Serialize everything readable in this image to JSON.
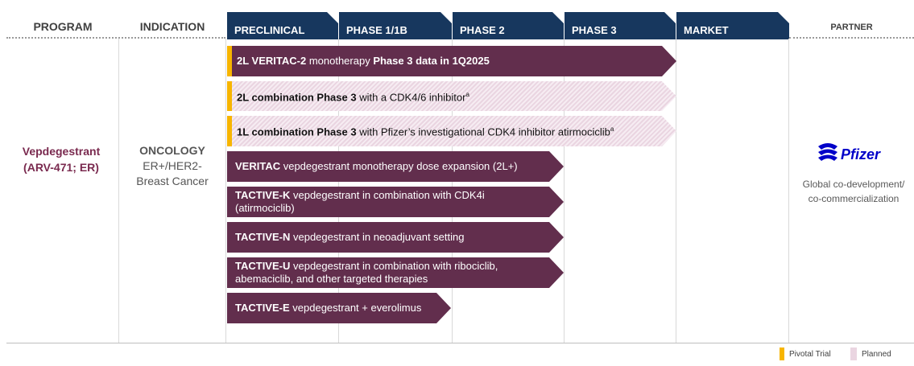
{
  "columns": {
    "program": "PROGRAM",
    "indication": "INDICATION",
    "partner": "PARTNER"
  },
  "phases": [
    "PRECLINICAL",
    "PHASE 1/1B",
    "PHASE 2",
    "PHASE 3",
    "MARKET"
  ],
  "program": {
    "name_line1": "Vepdegestrant",
    "name_line2": "(ARV-471; ER)"
  },
  "indication": {
    "title": "ONCOLOGY",
    "line1": "ER+/HER2-",
    "line2": "Breast Cancer"
  },
  "trials": [
    {
      "bold1": "2L VERITAC-2",
      "text1": " monotherapy ",
      "bold2": "Phase 3 data in 1Q2025",
      "text2": "",
      "sup": "",
      "status": "active",
      "pivotal": true,
      "stage": "Phase 3"
    },
    {
      "bold1": "2L combination Phase 3",
      "text1": " with a CDK4/6 inhibitor",
      "bold2": "",
      "text2": "",
      "sup": "a",
      "status": "planned",
      "pivotal": true,
      "stage": "Phase 3"
    },
    {
      "bold1": "1L combination Phase 3",
      "text1": " with Pfizer’s investigational CDK4 inhibitor atirmociclib",
      "bold2": "",
      "text2": "",
      "sup": "a",
      "status": "planned",
      "pivotal": true,
      "stage": "Phase 3"
    },
    {
      "bold1": "VERITAC",
      "text1": " vepdegestrant monotherapy dose expansion (2L+)",
      "bold2": "",
      "text2": "",
      "sup": "",
      "status": "active",
      "pivotal": false,
      "stage": "Phase 2"
    },
    {
      "bold1": "TACTIVE-K",
      "text1": " vepdegestrant in combination with CDK4i (atirmociclib)",
      "bold2": "",
      "text2": "",
      "sup": "",
      "status": "active",
      "pivotal": false,
      "stage": "Phase 2"
    },
    {
      "bold1": "TACTIVE-N",
      "text1": " vepdegestrant in neoadjuvant setting",
      "bold2": "",
      "text2": "",
      "sup": "",
      "status": "active",
      "pivotal": false,
      "stage": "Phase 2"
    },
    {
      "bold1": "TACTIVE-U",
      "text1": " vepdegestrant in combination with ribociclib, abemaciclib, and other targeted therapies",
      "bold2": "",
      "text2": "",
      "sup": "",
      "status": "active",
      "pivotal": false,
      "stage": "Phase 2"
    },
    {
      "bold1": "TACTIVE-E",
      "text1": " vepdegestrant + everolimus",
      "bold2": "",
      "text2": "",
      "sup": "",
      "status": "active",
      "pivotal": false,
      "stage": "Phase 1/1B"
    }
  ],
  "partner": {
    "logo_text": "Pfizer",
    "line1": "Global co-development/",
    "line2": "co-commercialization"
  },
  "legend": {
    "pivotal": "Pivotal Trial",
    "planned": "Planned"
  },
  "colors": {
    "phase_header": "#17375e",
    "active_bar": "#622e4d",
    "planned_bar": "#ead5e1",
    "pivotal_marker": "#f7b500",
    "program_text": "#7a2a4f",
    "pfizer_blue": "#0000c9"
  }
}
